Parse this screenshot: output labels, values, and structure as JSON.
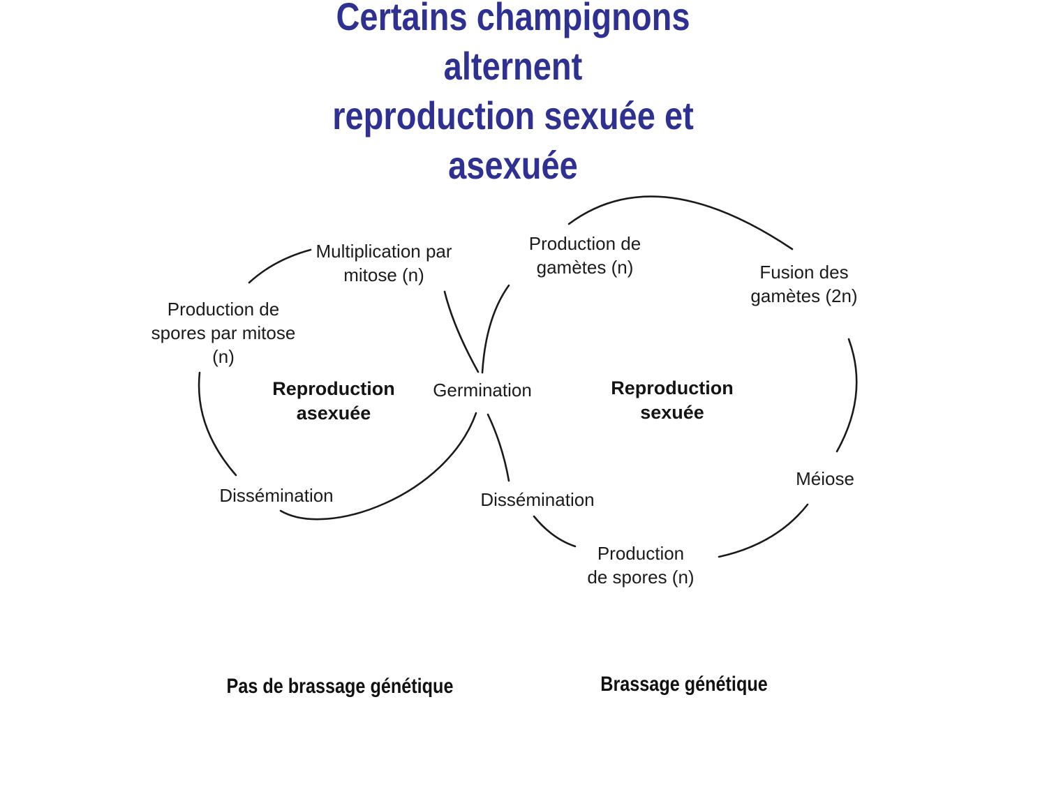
{
  "title": {
    "text": "Certains champignons alternent\nreproduction sexuée et asexuée",
    "color": "#2E3192"
  },
  "colors": {
    "title": "#2E3192",
    "diagram_lines": "#1a1a1a",
    "body_text": "#1b1b1b",
    "background": "#ffffff"
  },
  "cycles": {
    "asexual": {
      "center_label": "Reproduction\nasexuée",
      "nodes": {
        "multiplication": "Multiplication par\nmitose (n)",
        "spores_mitose": "Production de\nspores par mitose\n(n)",
        "dissemination": "Dissémination"
      },
      "footer": "Pas de brassage génétique"
    },
    "sexual": {
      "center_label": "Reproduction\nsexuée",
      "nodes": {
        "production_gametes": "Production de\ngamètes (n)",
        "fusion_gametes": "Fusion des\ngamètes (2n)",
        "meiose": "Méiose",
        "dissemination": "Dissémination",
        "production_spores": "Production\nde spores (n)"
      },
      "footer": "Brassage génétique"
    },
    "shared": {
      "germination": "Germination"
    }
  },
  "arrows": [
    "multiplication-to-spores-mitose",
    "spores-mitose-to-dissemination-left",
    "dissemination-left-to-germination",
    "dissemination-right-to-germination",
    "germination-to-multiplication",
    "germination-to-production-gametes",
    "production-gametes-to-fusion",
    "fusion-to-meiose",
    "meiose-to-production-spores",
    "production-spores-to-dissemination-right"
  ]
}
